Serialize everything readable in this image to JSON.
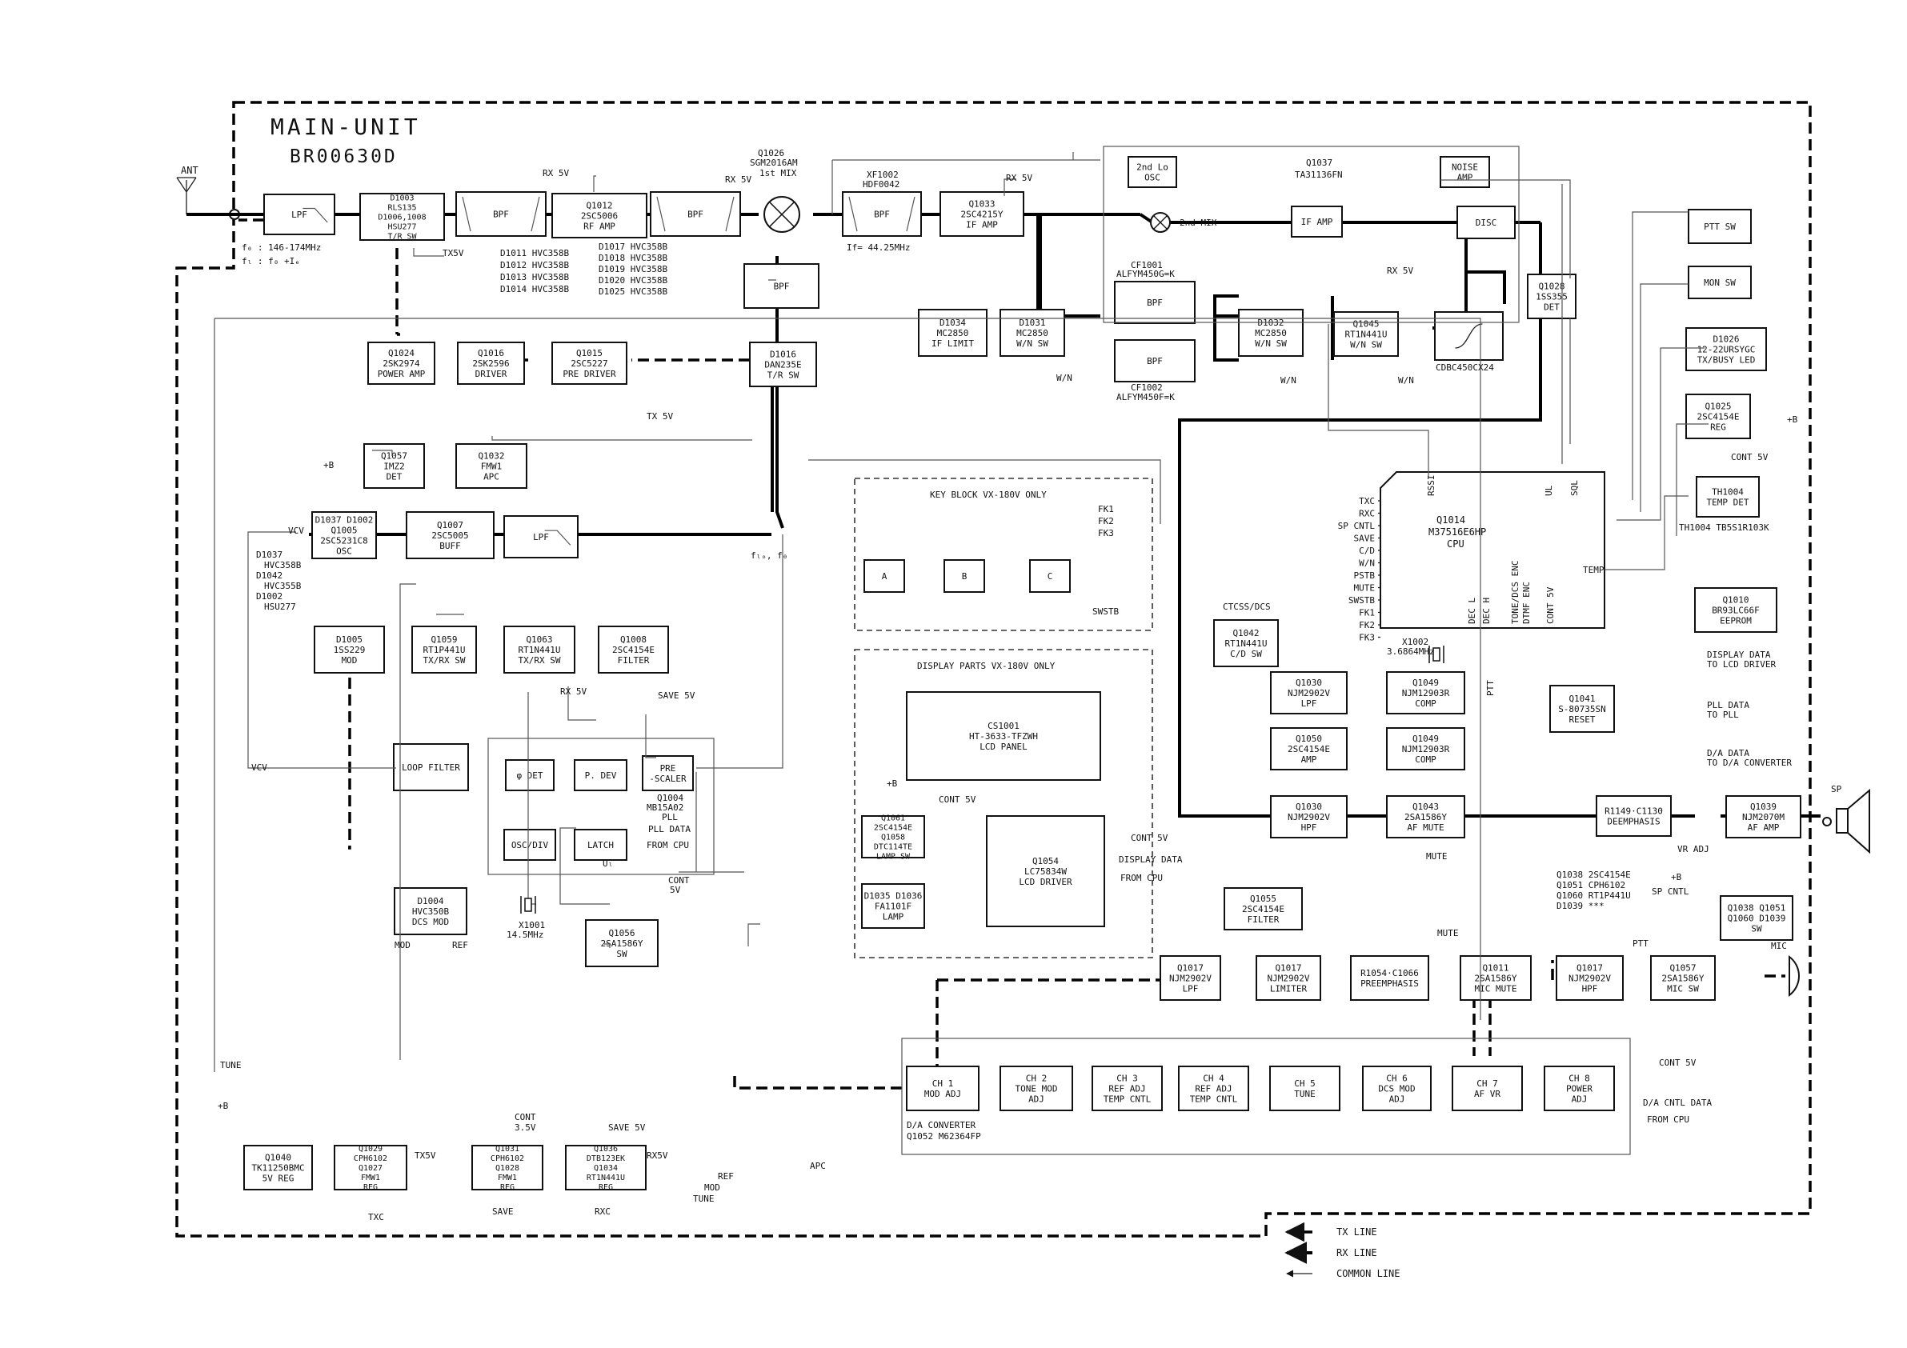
{
  "title": {
    "line1": "MAIN-UNIT",
    "line2": "BR00630D"
  },
  "antenna": {
    "label": "ANT",
    "freq1": "f₀ : 146-174MHz",
    "freq2": "fₗ : f₀ +Iₑ"
  },
  "blocks": [
    {
      "id": "lpf1",
      "lines": [
        "LPF"
      ]
    },
    {
      "id": "d1003",
      "lines": [
        "D1003",
        "RLS135",
        "D1006,1008",
        "HSU277",
        "T/R SW"
      ]
    },
    {
      "id": "bpf1",
      "lines": [
        "BPF"
      ]
    },
    {
      "id": "q1012",
      "lines": [
        "Q1012",
        "2SC5006",
        "RF AMP"
      ]
    },
    {
      "id": "bpf2",
      "lines": [
        "BPF"
      ]
    },
    {
      "id": "bpf3",
      "lines": [
        "BPF"
      ]
    },
    {
      "id": "xf1002",
      "lines": [
        "BPF"
      ]
    },
    {
      "id": "q1033",
      "lines": [
        "Q1033",
        "2SC4215Y",
        "IF AMP"
      ]
    },
    {
      "id": "osc2",
      "lines": [
        "2nd Lo",
        "OSC"
      ]
    },
    {
      "id": "ifamp2",
      "lines": [
        "IF AMP"
      ]
    },
    {
      "id": "disc",
      "lines": [
        "DISC"
      ]
    },
    {
      "id": "noise",
      "lines": [
        "NOISE",
        "AMP"
      ]
    },
    {
      "id": "q1028",
      "lines": [
        "Q1028",
        "1SS355",
        "DET"
      ]
    },
    {
      "id": "d1034",
      "lines": [
        "D1034",
        "MC2850",
        "IF LIMIT"
      ]
    },
    {
      "id": "d1031",
      "lines": [
        "D1031",
        "MC2850",
        "W/N SW"
      ]
    },
    {
      "id": "cf1001",
      "lines": [
        "BPF"
      ]
    },
    {
      "id": "cf1002",
      "lines": [
        "BPF"
      ]
    },
    {
      "id": "d1032",
      "lines": [
        "D1032",
        "MC2850",
        "W/N SW"
      ]
    },
    {
      "id": "q1045",
      "lines": [
        "Q1045",
        "RT1N441U",
        "W/N SW"
      ]
    },
    {
      "id": "cd1001",
      "lines": [
        ""
      ]
    },
    {
      "id": "pttsw",
      "lines": [
        "PTT SW"
      ]
    },
    {
      "id": "monsw",
      "lines": [
        "MON SW"
      ]
    },
    {
      "id": "d1026",
      "lines": [
        "D1026",
        "12-22URSYGC",
        "TX/BUSY LED"
      ]
    },
    {
      "id": "q1025",
      "lines": [
        "Q1025",
        "2SC4154E",
        "REG"
      ]
    },
    {
      "id": "th1004",
      "lines": [
        "TH1004",
        "TEMP DET"
      ]
    },
    {
      "id": "q1024",
      "lines": [
        "Q1024",
        "2SK2974",
        "POWER AMP"
      ]
    },
    {
      "id": "q1016",
      "lines": [
        "Q1016",
        "2SK2596",
        "DRIVER"
      ]
    },
    {
      "id": "q1015",
      "lines": [
        "Q1015",
        "2SC5227",
        "PRE DRIVER"
      ]
    },
    {
      "id": "d1016",
      "lines": [
        "D1016",
        "DAN235E",
        "T/R SW"
      ]
    },
    {
      "id": "q1057a",
      "lines": [
        "Q1057",
        "IMZ2",
        "DET"
      ]
    },
    {
      "id": "q1032",
      "lines": [
        "Q1032",
        "FMW1",
        "APC"
      ]
    },
    {
      "id": "d1037",
      "lines": [
        "D1037 D1002",
        "Q1005",
        "2SC5231C8",
        "OSC"
      ]
    },
    {
      "id": "q1007",
      "lines": [
        "Q1007",
        "2SC5005",
        "BUFF"
      ]
    },
    {
      "id": "lpf2",
      "lines": [
        "LPF"
      ]
    },
    {
      "id": "d1005",
      "lines": [
        "D1005",
        "1SS229",
        "MOD"
      ]
    },
    {
      "id": "q1059",
      "lines": [
        "Q1059",
        "RT1P441U",
        "TX/RX SW"
      ]
    },
    {
      "id": "q1063",
      "lines": [
        "Q1063",
        "RT1N441U",
        "TX/RX SW"
      ]
    },
    {
      "id": "q1008",
      "lines": [
        "Q1008",
        "2SC4154E",
        "FILTER"
      ]
    },
    {
      "id": "loop",
      "lines": [
        "LOOP FILTER"
      ]
    },
    {
      "id": "phdet",
      "lines": [
        "φ DET"
      ]
    },
    {
      "id": "pdev",
      "lines": [
        "P. DEV"
      ]
    },
    {
      "id": "pres",
      "lines": [
        "PRE",
        "-SCALER"
      ]
    },
    {
      "id": "oscdiv",
      "lines": [
        "OSC/DIV"
      ]
    },
    {
      "id": "latch",
      "lines": [
        "LATCH"
      ]
    },
    {
      "id": "d1004",
      "lines": [
        "D1004",
        "HVC350B",
        "DCS MOD"
      ]
    },
    {
      "id": "q1056",
      "lines": [
        "Q1056",
        "2SA1586Y",
        "SW"
      ]
    },
    {
      "id": "keyA",
      "lines": [
        "A"
      ]
    },
    {
      "id": "keyB",
      "lines": [
        "B"
      ]
    },
    {
      "id": "keyC",
      "lines": [
        "C"
      ]
    },
    {
      "id": "cs1001",
      "lines": [
        "CS1001",
        "HT-3633-TFZWH",
        "LCD PANEL"
      ]
    },
    {
      "id": "q1061",
      "lines": [
        "Q1061",
        "2SC4154E",
        "Q1058",
        "DTC114TE",
        "LAMP SW"
      ]
    },
    {
      "id": "q1054",
      "lines": [
        "Q1054",
        "LC75834W",
        "LCD DRIVER"
      ]
    },
    {
      "id": "d1035",
      "lines": [
        "D1035 D1036",
        "FA1101F",
        "LAMP"
      ]
    },
    {
      "id": "q1042",
      "lines": [
        "Q1042",
        "RT1N441U",
        "C/D SW"
      ]
    },
    {
      "id": "q1030a",
      "lines": [
        "Q1030",
        "NJM2902V",
        "LPF"
      ]
    },
    {
      "id": "q1049a",
      "lines": [
        "Q1049",
        "NJM12903R",
        "COMP"
      ]
    },
    {
      "id": "q1050",
      "lines": [
        "Q1050",
        "2SC4154E",
        "AMP"
      ]
    },
    {
      "id": "q1049b",
      "lines": [
        "Q1049",
        "NJM12903R",
        "COMP"
      ]
    },
    {
      "id": "q1041",
      "lines": [
        "Q1041",
        "S-80735SN",
        "RESET"
      ]
    },
    {
      "id": "q1010",
      "lines": [
        "Q1010",
        "BR93LC66F",
        "EEPROM"
      ]
    },
    {
      "id": "q1030b",
      "lines": [
        "Q1030",
        "NJM2902V",
        "HPF"
      ]
    },
    {
      "id": "q1043",
      "lines": [
        "Q1043",
        "2SA1586Y",
        "AF MUTE"
      ]
    },
    {
      "id": "deemph",
      "lines": [
        "R1149·C1130",
        "DEEMPHASIS"
      ]
    },
    {
      "id": "q1039",
      "lines": [
        "Q1039",
        "NJM2070M",
        "AF AMP"
      ]
    },
    {
      "id": "q1038",
      "lines": [
        "Q1038 Q1051",
        "Q1060 D1039",
        "SW"
      ]
    },
    {
      "id": "q1055",
      "lines": [
        "Q1055",
        "2SC4154E",
        "FILTER"
      ]
    },
    {
      "id": "q1017a",
      "lines": [
        "Q1017",
        "NJM2902V",
        "LPF"
      ]
    },
    {
      "id": "q1017b",
      "lines": [
        "Q1017",
        "NJM2902V",
        "LIMITER"
      ]
    },
    {
      "id": "preemph",
      "lines": [
        "R1054·C1066",
        "PREEMPHASIS"
      ]
    },
    {
      "id": "q1011",
      "lines": [
        "Q1011",
        "2SA1586Y",
        "MIC MUTE"
      ]
    },
    {
      "id": "q1017c",
      "lines": [
        "Q1017",
        "NJM2902V",
        "HPF"
      ]
    },
    {
      "id": "q1057b",
      "lines": [
        "Q1057",
        "2SA1586Y",
        "MIC SW"
      ]
    },
    {
      "id": "ch1",
      "lines": [
        "CH 1",
        "MOD ADJ"
      ]
    },
    {
      "id": "ch2",
      "lines": [
        "CH 2",
        "TONE MOD",
        "ADJ"
      ]
    },
    {
      "id": "ch3",
      "lines": [
        "CH 3",
        "REF ADJ",
        "TEMP CNTL"
      ]
    },
    {
      "id": "ch4",
      "lines": [
        "CH 4",
        "REF ADJ",
        "TEMP CNTL"
      ]
    },
    {
      "id": "ch5",
      "lines": [
        "CH 5",
        "TUNE"
      ]
    },
    {
      "id": "ch6",
      "lines": [
        "CH 6",
        "DCS MOD",
        "ADJ"
      ]
    },
    {
      "id": "ch7",
      "lines": [
        "CH 7",
        "AF VR"
      ]
    },
    {
      "id": "ch8",
      "lines": [
        "CH 8",
        "POWER",
        "ADJ"
      ]
    },
    {
      "id": "q1040",
      "lines": [
        "Q1040",
        "TK11250BMC",
        "5V REG"
      ]
    },
    {
      "id": "q1029",
      "lines": [
        "Q1029",
        "CPH6102",
        "Q1027",
        "FMW1",
        "REG"
      ]
    },
    {
      "id": "q1031",
      "lines": [
        "Q1031",
        "CPH6102",
        "Q1028",
        "FMW1",
        "REG"
      ]
    },
    {
      "id": "q1036",
      "lines": [
        "Q1036",
        "DTB123EK",
        "Q1034",
        "RT1N441U",
        "REG"
      ]
    }
  ],
  "cpu": {
    "lines": [
      "Q1014",
      "M37516E6HP",
      "CPU"
    ],
    "left_pins": [
      "TXC",
      "RXC",
      "SP CNTL",
      "SAVE",
      "C/D",
      "W/N",
      "PSTB",
      "MUTE",
      "SWSTB",
      "FK1",
      "FK2",
      "FK3"
    ],
    "top_pins": [
      "RSSI",
      "UL",
      "SQL"
    ],
    "bottom_pins": [
      "DEC L",
      "DEC H",
      "TONE/DCS ENC",
      "DTMF ENC",
      "CONT 5V"
    ],
    "right_pin": "TEMP"
  },
  "labels": [
    {
      "id": "rx5v_a",
      "text": "RX 5V"
    },
    {
      "id": "rx5v_b",
      "text": "RX 5V"
    },
    {
      "id": "q1026",
      "text": "Q1026"
    },
    {
      "id": "q1026p",
      "text": "SGM2016AM"
    },
    {
      "id": "q1026f",
      "text": "1st MIX"
    },
    {
      "id": "xf1002",
      "text": "XF1002"
    },
    {
      "id": "xf1002p",
      "text": "HDF0042"
    },
    {
      "id": "rx5v_c",
      "text": "RX 5V"
    },
    {
      "id": "if",
      "text": "If= 44.25MHz"
    },
    {
      "id": "q1037",
      "text": "Q1037"
    },
    {
      "id": "q1037p",
      "text": "TA31136FN"
    },
    {
      "id": "mix2",
      "text": "2nd MIX"
    },
    {
      "id": "rx5v_d",
      "text": "RX 5V"
    },
    {
      "id": "cf1001",
      "text": "CF1001"
    },
    {
      "id": "cf1001p",
      "text": "ALFYM450G=K"
    },
    {
      "id": "cf1002",
      "text": "CF1002"
    },
    {
      "id": "cf1002p",
      "text": "ALFYM450F=K"
    },
    {
      "id": "cd1001p",
      "text": "CDBC450CX24"
    },
    {
      "id": "wn1",
      "text": "W/N"
    },
    {
      "id": "wn2",
      "text": "W/N"
    },
    {
      "id": "wn3",
      "text": "W/N"
    },
    {
      "id": "tx5v_a",
      "text": "TX5V"
    },
    {
      "id": "diodes1",
      "text": "D1011  HVC358B"
    },
    {
      "id": "diodes2",
      "text": "D1012  HVC358B"
    },
    {
      "id": "diodes3",
      "text": "D1013  HVC358B"
    },
    {
      "id": "diodes4",
      "text": "D1014  HVC358B"
    },
    {
      "id": "diodes5",
      "text": "D1017  HVC358B"
    },
    {
      "id": "diodes6",
      "text": "D1018  HVC358B"
    },
    {
      "id": "diodes7",
      "text": "D1019  HVC358B"
    },
    {
      "id": "diodes8",
      "text": "D1020  HVC358B"
    },
    {
      "id": "diodes9",
      "text": "D1025  HVC358B"
    },
    {
      "id": "tx5v_b",
      "text": "TX 5V"
    },
    {
      "id": "plusb_a",
      "text": "+B"
    },
    {
      "id": "vcv_a",
      "text": "VCV"
    },
    {
      "id": "vcv_b",
      "text": "VCV"
    },
    {
      "id": "d1037a",
      "text": "D1037"
    },
    {
      "id": "d1037b",
      "text": "HVC358B"
    },
    {
      "id": "d1037c",
      "text": "D1042"
    },
    {
      "id": "d1037d",
      "text": "HVC355B"
    },
    {
      "id": "d1037e",
      "text": "D1002"
    },
    {
      "id": "d1037f",
      "text": "HSU277"
    },
    {
      "id": "rx5v_e",
      "text": "RX 5V"
    },
    {
      "id": "save5v",
      "text": "SAVE 5V"
    },
    {
      "id": "flo",
      "text": "fₗₒ, f₀"
    },
    {
      "id": "q1004",
      "text": "Q1004"
    },
    {
      "id": "q1004p",
      "text": "MB15A02"
    },
    {
      "id": "pll",
      "text": "PLL"
    },
    {
      "id": "plldata",
      "text": "PLL DATA"
    },
    {
      "id": "fromcpu1",
      "text": "FROM CPU"
    },
    {
      "id": "ul",
      "text": "Uₗ"
    },
    {
      "id": "cont5v_a",
      "text": "CONT"
    },
    {
      "id": "cont5v_b",
      "text": "5V"
    },
    {
      "id": "x1001",
      "text": "X1001"
    },
    {
      "id": "x1001f",
      "text": "14.5MHz"
    },
    {
      "id": "mod",
      "text": "MOD"
    },
    {
      "id": "ref",
      "text": "REF"
    },
    {
      "id": "keyblock",
      "text": "KEY BLOCK  VX-180V ONLY"
    },
    {
      "id": "fk1",
      "text": "FK1"
    },
    {
      "id": "fk2",
      "text": "FK2"
    },
    {
      "id": "fk3",
      "text": "FK3"
    },
    {
      "id": "swstb",
      "text": "SWSTB"
    },
    {
      "id": "display",
      "text": "DISPLAY PARTS  VX-180V ONLY"
    },
    {
      "id": "plusb_b",
      "text": "+B"
    },
    {
      "id": "cont5v_c",
      "text": "CONT 5V"
    },
    {
      "id": "cont5v_d",
      "text": "CONT 5V"
    },
    {
      "id": "dispdata",
      "text": "DISPLAY DATA"
    },
    {
      "id": "fromcpu2",
      "text": "FROM CPU"
    },
    {
      "id": "ctcss",
      "text": "CTCSS/DCS"
    },
    {
      "id": "x1002",
      "text": "X1002"
    },
    {
      "id": "x1002f",
      "text": "3.6864MHz"
    },
    {
      "id": "ptt_v",
      "text": "PTT"
    },
    {
      "id": "plusb_c",
      "text": "+B"
    },
    {
      "id": "cont5v_e",
      "text": "CONT 5V"
    },
    {
      "id": "th1004p",
      "text": "TH1004  TB5S1R103K"
    },
    {
      "id": "disp_out1",
      "text": "DISPLAY DATA"
    },
    {
      "id": "disp_out2",
      "text": "TO LCD DRIVER"
    },
    {
      "id": "pll_out1",
      "text": "PLL DATA"
    },
    {
      "id": "pll_out2",
      "text": "TO PLL"
    },
    {
      "id": "da_out1",
      "text": "D/A DATA"
    },
    {
      "id": "da_out2",
      "text": "TO D/A CONVERTER"
    },
    {
      "id": "sp",
      "text": "SP"
    },
    {
      "id": "vradj",
      "text": "VR ADJ"
    },
    {
      "id": "mute1",
      "text": "MUTE"
    },
    {
      "id": "sw_list1",
      "text": "Q1038  2SC4154E"
    },
    {
      "id": "sw_list2",
      "text": "Q1051  CPH6102"
    },
    {
      "id": "sw_list3",
      "text": "Q1060  RT1P441U"
    },
    {
      "id": "sw_list4",
      "text": "D1039  ***"
    },
    {
      "id": "plusb_d",
      "text": "+B"
    },
    {
      "id": "spcntl",
      "text": "SP CNTL"
    },
    {
      "id": "mute2",
      "text": "MUTE"
    },
    {
      "id": "ptt2",
      "text": "PTT"
    },
    {
      "id": "mic",
      "text": "MIC"
    },
    {
      "id": "tune",
      "text": "TUNE"
    },
    {
      "id": "cont5v_f",
      "text": "CONT 5V"
    },
    {
      "id": "dacntl1",
      "text": "D/A CNTL DATA"
    },
    {
      "id": "dacntl2",
      "text": "FROM CPU"
    },
    {
      "id": "dac1",
      "text": "D/A CONVERTER"
    },
    {
      "id": "dac2",
      "text": "Q1052 M62364FP"
    },
    {
      "id": "plusb_e",
      "text": "+B"
    },
    {
      "id": "cont35_a",
      "text": "CONT"
    },
    {
      "id": "cont35_b",
      "text": "3.5V"
    },
    {
      "id": "save5v2",
      "text": "SAVE 5V"
    },
    {
      "id": "tx5v_c",
      "text": "TX5V"
    },
    {
      "id": "rx5v_f",
      "text": "RX5V"
    },
    {
      "id": "txc",
      "text": "TXC"
    },
    {
      "id": "save",
      "text": "SAVE"
    },
    {
      "id": "rxc",
      "text": "RXC"
    },
    {
      "id": "apc",
      "text": "APC"
    },
    {
      "id": "ref2",
      "text": "REF"
    },
    {
      "id": "mod2",
      "text": "MOD"
    },
    {
      "id": "tune2",
      "text": "TUNE"
    }
  ],
  "legend": [
    {
      "label": "TX LINE"
    },
    {
      "label": "RX LINE"
    },
    {
      "label": "COMMON LINE"
    }
  ]
}
